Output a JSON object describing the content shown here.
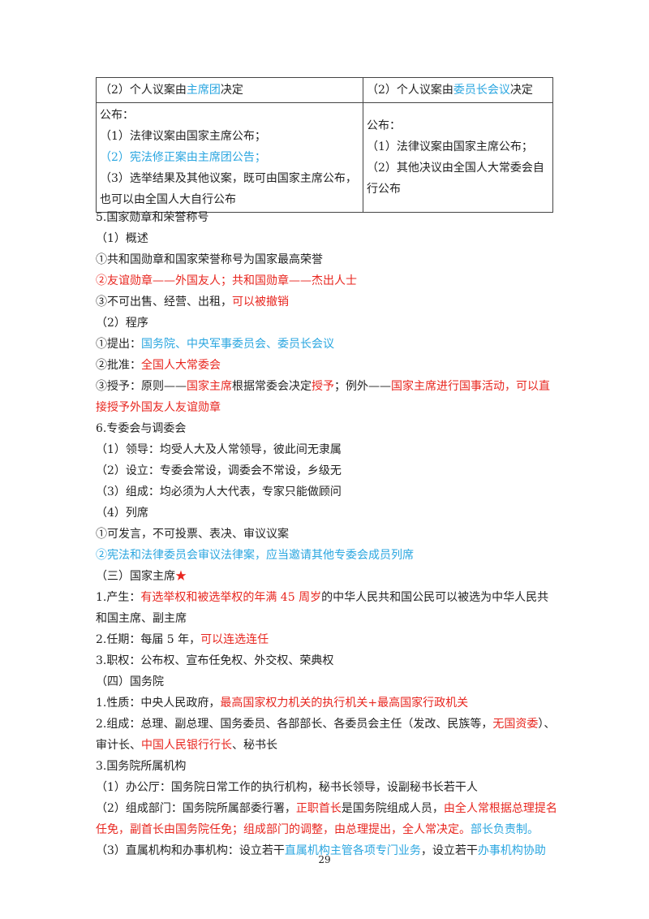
{
  "table": {
    "row1": {
      "left": [
        "（2）个人议案由",
        "主席团",
        "决定"
      ],
      "right": [
        "（2）个人议案由",
        "委员长会议",
        "决定"
      ]
    },
    "row2": {
      "left": {
        "l1": "公布：",
        "l2": "（1）法律议案由国家主席公布；",
        "l3": "（2）宪法修正案由主席团公告；",
        "l4": "（3）选举结果及其他议案，既可由国家主席公布，也可以由全国人大自行公布"
      },
      "right": {
        "l1": "公布：",
        "l2": "（1）法律议案由国家主席公布；",
        "l3": "（2）其他决议由全国人大常委会自行公布"
      }
    }
  },
  "lines": {
    "s5": "5.国家勋章和荣誉称号",
    "s5_1": "（1）概述",
    "s5_1a": "①共和国勋章和国家荣誉称号为国家最高荣誉",
    "s5_1b": "②友谊勋章——外国友人；共和国勋章——杰出人士",
    "s5_1c": [
      "③不可出售、经营、出租，",
      "可以被撤销"
    ],
    "s5_2": "（2）程序",
    "s5_2a": [
      "①提出：",
      "国务院、中央军事委员会、委员长会议"
    ],
    "s5_2b": [
      "②批准：",
      "全国人大常委会"
    ],
    "s5_2c": [
      "③授予：原则——",
      "国家主席",
      "根据常委会决定",
      "授予",
      "；例外——",
      "国家主席进行国事活动，可以直接授予外国友人友谊勋章"
    ],
    "s6": "6.专委会与调委会",
    "s6_1": "（1）领导：均受人大及人常领导，彼此间无隶属",
    "s6_2": "（2）设立：专委会常设，调委会不常设，乡级无",
    "s6_3": "（3）组成：均必须为人大代表，专家只能做顾问",
    "s6_4": "（4）列席",
    "s6_4a": "①可发言，不可投票、表决、审议议案",
    "s6_4b": "②宪法和法律委员会审议法律案，应当邀请其他专委会成员列席",
    "s3": [
      "（三）国家主席",
      "★"
    ],
    "s3_1": [
      "1.产生：",
      "有选举权和被选举权的年满 45 周岁",
      "的中华人民共和国公民可以被选为中华人民共和国主席、副主席"
    ],
    "s3_2": [
      "2.任期：每届 5 年，",
      "可以连选连任"
    ],
    "s3_3": "3.职权：公布权、宣布任免权、外交权、荣典权",
    "s4": "（四）国务院",
    "s4_1": [
      "1.性质：中央人民政府，",
      "最高国家权力机关的执行机关+最高国家行政机关"
    ],
    "s4_2": [
      "2.组成：总理、副总理、国务委员、各部部长、各委员会主任（发改、民族等，",
      "无国资委",
      "）、审计长、",
      "中国人民银行行长",
      "、秘书长"
    ],
    "s4_3": "3.国务院所属机构",
    "s4_3a": "（1）办公厅：国务院日常工作的执行机构，秘书长领导，设副秘书长若干人",
    "s4_3b": [
      "（2）组成部门：国务院所属部委行署，",
      "正职首长",
      "是国务院组成人员，",
      "由全人常根据总理提名任免，副首长由国务院任免；组成部门的调整，由总理提出，全人常决定。",
      "部长负责制。"
    ],
    "s4_3c": [
      "（3）直属机构和办事机构：设立若干",
      "直属机构主管各项专门业务",
      "，设立若干",
      "办事机构协助"
    ]
  },
  "page_number": "29",
  "colors": {
    "red": "#e8261f",
    "blue": "#2aa6e0",
    "text": "#222222"
  }
}
